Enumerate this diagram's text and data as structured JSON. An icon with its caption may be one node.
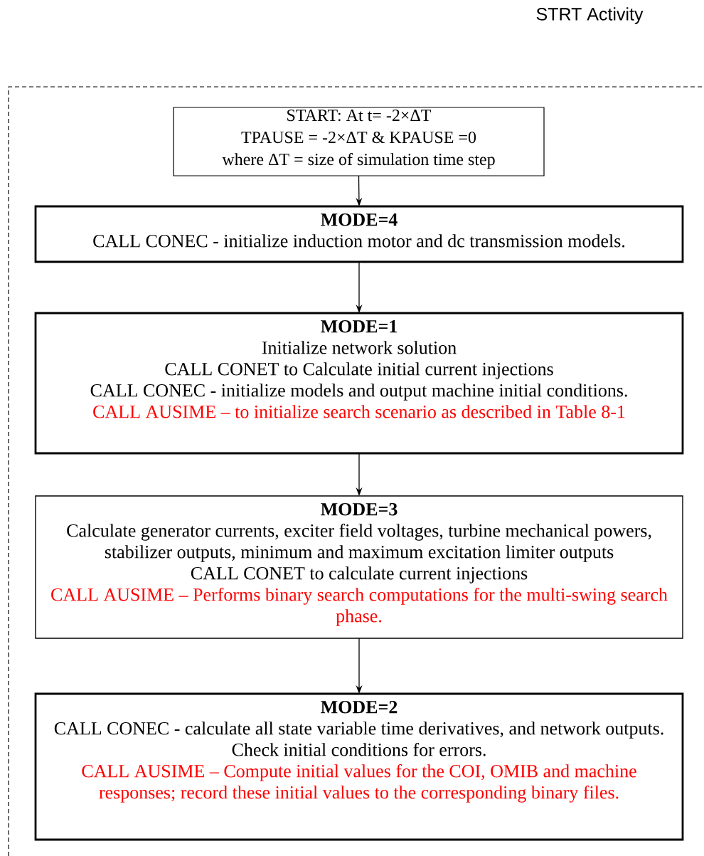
{
  "diagram": {
    "nodes": [
      {
        "text": [
          "STRT Activity"
        ]
      },
      {
        "text": [
          "START: At t= -2×ΔT",
          "TPAUSE = -2×ΔT & KPAUSE =0",
          "where ΔT = size of simulation time step"
        ],
        "in": 0
      },
      {
        "text": [
          "MODE=4",
          "CALL CONEC - initialize induction motor and dc transmission models."
        ],
        "in": 0
      },
      {
        "text": [
          "MODE=1",
          "Initialize network solution",
          "CALL CONET to Calculate initial current injections",
          "CALL CONEC - initialize models and output machine initial conditions.",
          "CALL AUSIME – to initialize search scenario as described in Table 8-1"
        ],
        "in": 0
      },
      {
        "text": [
          "MODE=3",
          "Calculate generator currents, exciter field voltages, turbine mechanical powers, stabilizer outputs, minimum and maximum excitation limiter outputs",
          "CALL CONET to calculate current injections",
          "CALL AUSIME – Performs binary search computations for the multi-swing search phase."
        ],
        "in": 0
      },
      {
        "text": [
          "MODE=2",
          "CALL CONEC - calculate all state variable time derivatives, and network outputs.",
          "Check initial conditions for errors.",
          "CALL AUSIME – Compute initial values for the COI, OMIB and machine responses; record these initial values to the corresponding binary files."
        ],
        "in": 0
      }
    ],
    "edges": [
      {
        "from": 1,
        "to": 2,
        "arrow": "to"
      },
      {
        "from": 2,
        "to": 3,
        "arrow": "to"
      },
      {
        "from": 3,
        "to": 4,
        "arrow": "to"
      },
      {
        "from": 4,
        "to": 5,
        "arrow": "to"
      }
    ]
  }
}
